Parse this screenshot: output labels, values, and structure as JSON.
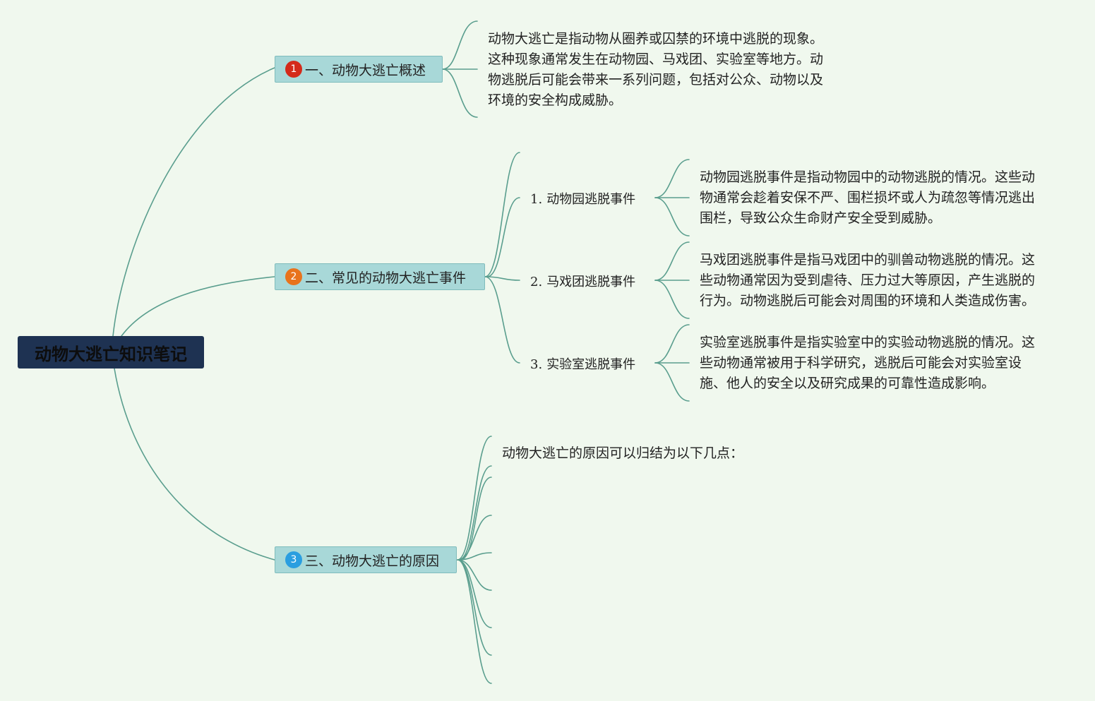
{
  "root": {
    "title": "动物大逃亡知识笔记"
  },
  "colors": {
    "background": "#f0f8ee",
    "root_fill": "#1e3252",
    "branch_fill": "#a8d8d8",
    "connector": "#5a9e8e",
    "badge_1": "#d42a1a",
    "badge_2": "#e8731c",
    "badge_3": "#2a9ee0"
  },
  "branches": [
    {
      "badge": "1",
      "label": "一、动物大逃亡概述",
      "text_lines": [
        "动物大逃亡是指动物从圈养或囚禁的环境中逃脱的现象。",
        "这种现象通常发生在动物园、马戏团、实验室等地方。动",
        "物逃脱后可能会带来一系列问题，包括对公众、动物以及",
        "环境的安全构成威胁。"
      ]
    },
    {
      "badge": "2",
      "label": "二、常见的动物大逃亡事件",
      "subtopics": [
        {
          "number": "1.",
          "label": "动物园逃脱事件",
          "text_lines": [
            "动物园逃脱事件是指动物园中的动物逃脱的情况。这些动",
            "物通常会趁着安保不严、围栏损坏或人为疏忽等情况逃出",
            "围栏，导致公众生命财产安全受到威胁。"
          ]
        },
        {
          "number": "2.",
          "label": "马戏团逃脱事件",
          "text_lines": [
            "马戏团逃脱事件是指马戏团中的驯兽动物逃脱的情况。这",
            "些动物通常因为受到虐待、压力过大等原因，产生逃脱的",
            "行为。动物逃脱后可能会对周围的环境和人类造成伤害。"
          ]
        },
        {
          "number": "3.",
          "label": "实验室逃脱事件",
          "text_lines": [
            "实验室逃脱事件是指实验室中的实验动物逃脱的情况。这",
            "些动物通常被用于科学研究，逃脱后可能会对实验室设",
            "施、他人的安全以及研究成果的可靠性造成影响。"
          ]
        }
      ]
    },
    {
      "badge": "3",
      "label": "三、动物大逃亡的原因",
      "intro": "动物大逃亡的原因可以归结为以下几点："
    }
  ]
}
